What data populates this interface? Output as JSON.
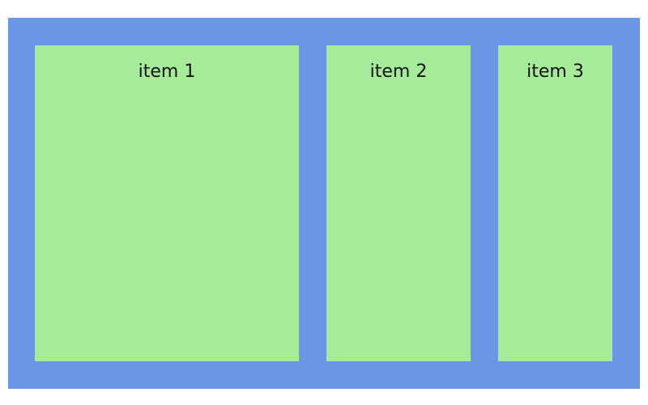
{
  "flex_container": {
    "background_color": "#6c95e6",
    "items": [
      {
        "label": "item 1",
        "color": "#a6eb9a"
      },
      {
        "label": "item 2",
        "color": "#a6eb9a"
      },
      {
        "label": "item 3",
        "color": "#a6eb9a"
      }
    ]
  }
}
